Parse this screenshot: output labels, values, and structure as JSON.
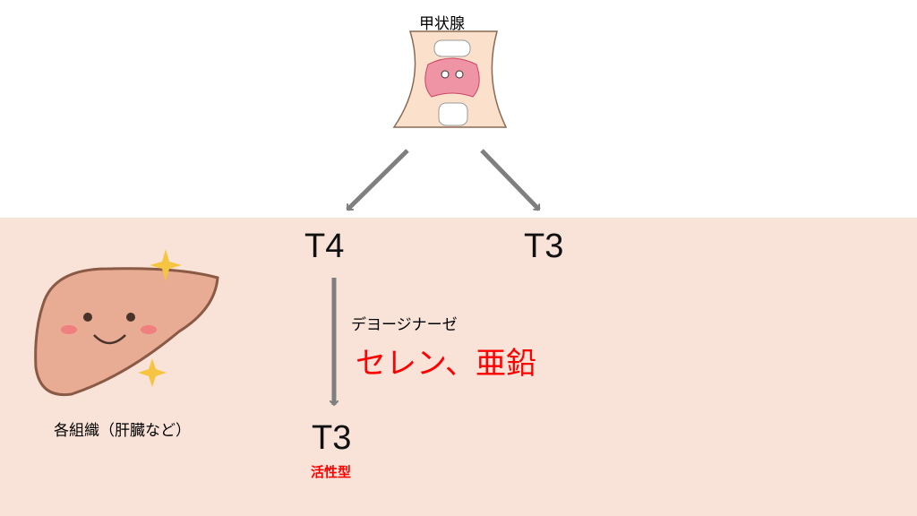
{
  "thyroid": {
    "label": "甲状腺"
  },
  "nodes": {
    "t4": "T4",
    "t3_direct": "T3",
    "t3_converted": "T3",
    "active_form": "活性型"
  },
  "enzyme": {
    "name": "デヨージナーゼ",
    "cofactors": "セレン、亜鉛"
  },
  "tissue": {
    "label": "各組織（肝臓など）"
  },
  "colors": {
    "band": "#f9e3d8",
    "arrow": "#7f7f7f",
    "accent": "#ff0000"
  }
}
